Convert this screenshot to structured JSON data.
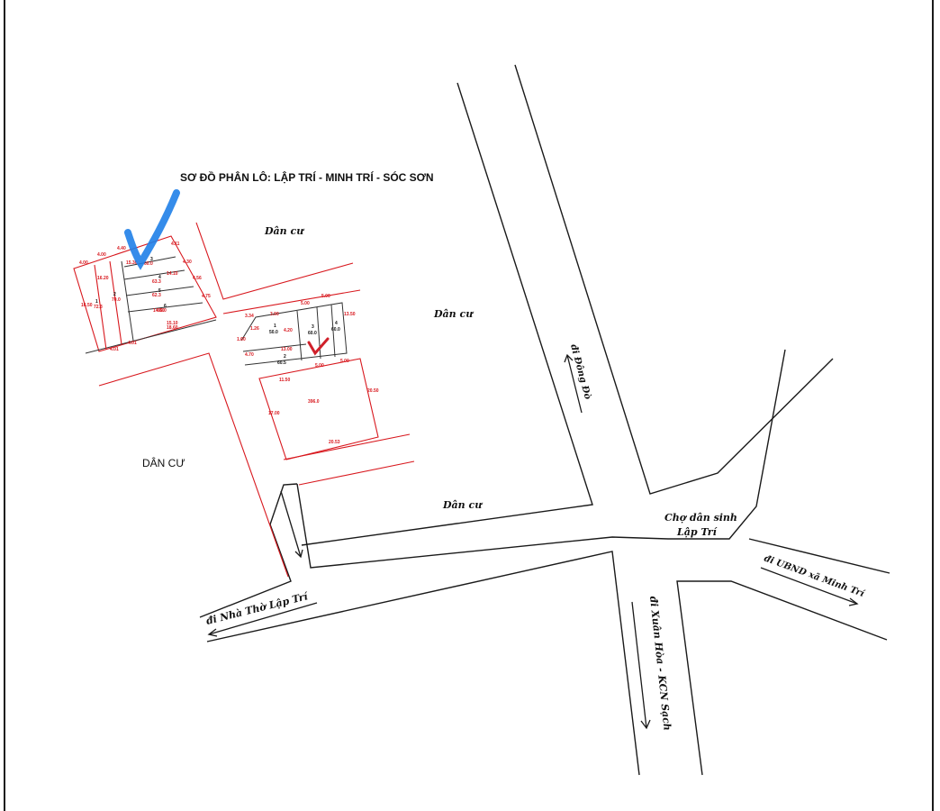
{
  "title": "SƠ ĐỒ PHÂN LÔ: LẬP TRÍ - MINH TRÍ - SÓC SƠN",
  "areas": {
    "residential_1": "Dân cư",
    "residential_2": "Dân cư",
    "residential_3": "Dân cư",
    "residential_caps": "DÂN CƯ"
  },
  "landmark": {
    "market_line1": "Chợ dân sinh",
    "market_line2": "Lập Trí"
  },
  "directions": {
    "dong_do": "đi Đông Đò",
    "nha_tho": "đi Nhà Thờ Lập Trí",
    "xuan_hoa": "đi Xuân Hòa - KCN Sạch",
    "ubnd": "đi UBND xã Minh Trí"
  },
  "dimensions_left": [
    "4.00",
    "4.00",
    "4.40",
    "4.11",
    "4.30",
    "4.56",
    "4.75",
    "16.50",
    "16.20",
    "15.30",
    "14.10",
    "14.60",
    "15.10",
    "4.01",
    "4.01",
    "18.60"
  ],
  "lots_left": [
    {
      "num": "1",
      "area": "72.3"
    },
    {
      "num": "2",
      "area": "70.0"
    },
    {
      "num": "3",
      "area": "60.0"
    },
    {
      "num": "4",
      "area": "63.3"
    },
    {
      "num": "5",
      "area": "62.3"
    },
    {
      "num": "6",
      "area": "69.0"
    }
  ],
  "dimensions_right": [
    "3.34",
    "1.60",
    "3.90",
    "4.20",
    "5.00",
    "5.00",
    "13.50",
    "13.00",
    "4.70",
    "5.00",
    "5.00",
    "11.50",
    "17.00",
    "20.50",
    "20.53",
    "1.26"
  ],
  "lots_right": [
    {
      "num": "1",
      "area": "50.0"
    },
    {
      "num": "2",
      "area": "60.5"
    },
    {
      "num": "3",
      "area": "60.0"
    },
    {
      "num": "4",
      "area": "60.0"
    }
  ],
  "big_lot_area": "396.0",
  "colors": {
    "road": "#1a1a1a",
    "boundary": "#d8181e",
    "check_blue": "#1f7fe8",
    "check_red": "#d0202a"
  }
}
